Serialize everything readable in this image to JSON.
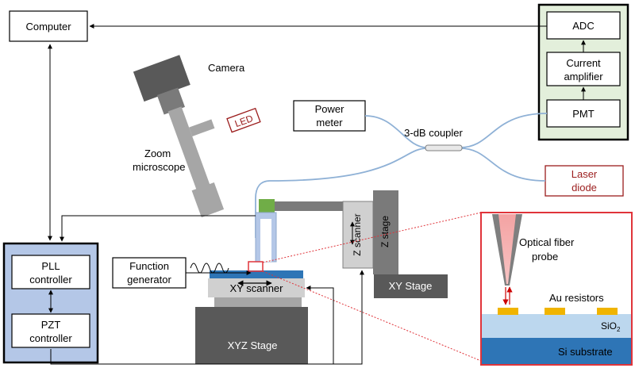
{
  "labels": {
    "computer": "Computer",
    "adc": "ADC",
    "current_amplifier_line1": "Current",
    "current_amplifier_line2": "amplifier",
    "pmt": "PMT",
    "camera": "Camera",
    "led": "LED",
    "zoom_microscope_line1": "Zoom",
    "zoom_microscope_line2": "microscope",
    "power_meter_line1": "Power",
    "power_meter_line2": "meter",
    "coupler": "3-dB coupler",
    "laser_diode_line1": "Laser",
    "laser_diode_line2": "diode",
    "pll_line1": "PLL",
    "pll_line2": "controller",
    "pzt_line1": "PZT",
    "pzt_line2": "controller",
    "function_generator_line1": "Function",
    "function_generator_line2": "generator",
    "xy_scanner": "XY scanner",
    "z_scanner": "Z scanner",
    "z_stage": "Z stage",
    "xy_stage": "XY Stage",
    "xyz_stage": "XYZ Stage",
    "probe_line1": "Optical  fiber",
    "probe_line2": "probe",
    "au_resistors": "Au resistors",
    "sio2_base": "SiO",
    "sio2_sub": "2",
    "si_substrate": "Si substrate"
  },
  "colors": {
    "laser_red": "#9b1c1c",
    "inset_border": "#e0343a",
    "detector_fill": "#e3efdb",
    "controller_fill": "#b4c7e7",
    "fiber": "#8fb1d6",
    "probe_pink": "#f4a3a3",
    "gold": "#f0b400",
    "sio2": "#bcd7ee",
    "si": "#2e75b6",
    "dark_gray": "#595959",
    "mid_gray": "#a6a6a6",
    "light_gray": "#d0d0d0",
    "green_block": "#70ad47"
  }
}
